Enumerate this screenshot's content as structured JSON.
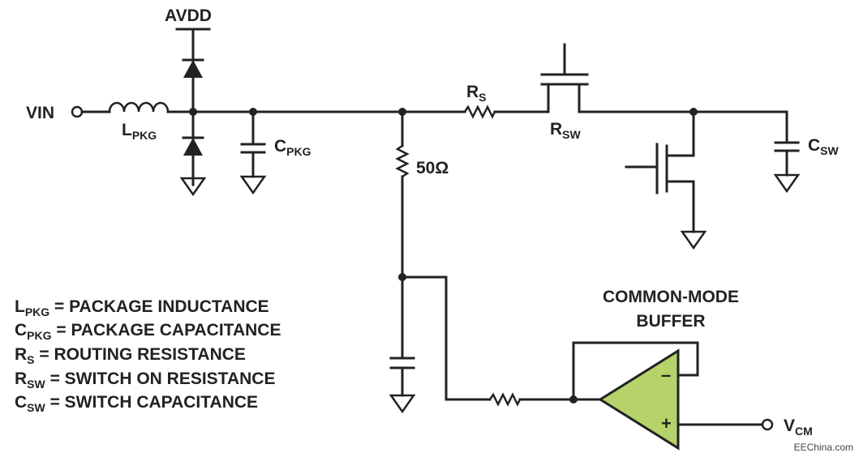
{
  "labels": {
    "vin": "VIN",
    "avdd": "AVDD",
    "lpkg_main": "L",
    "lpkg_sub": "PKG",
    "cpkg_main": "C",
    "cpkg_sub": "PKG",
    "rs_main": "R",
    "rs_sub": "S",
    "rsw_main": "R",
    "rsw_sub": "SW",
    "csw_main": "C",
    "csw_sub": "SW",
    "resistor_value": "50Ω",
    "buffer_line1": "COMMON-MODE",
    "buffer_line2": "BUFFER",
    "vcm_main": "V",
    "vcm_sub": "CM",
    "opamp_minus": "–",
    "opamp_plus": "+"
  },
  "legend": [
    {
      "main": "L",
      "sub": "PKG",
      "text": " = PACKAGE INDUCTANCE"
    },
    {
      "main": "C",
      "sub": "PKG",
      "text": " = PACKAGE CAPACITANCE"
    },
    {
      "main": "R",
      "sub": "S",
      "text": " = ROUTING RESISTANCE"
    },
    {
      "main": "R",
      "sub": "SW",
      "text": " = SWITCH ON RESISTANCE"
    },
    {
      "main": "C",
      "sub": "SW",
      "text": " = SWITCH CAPACITANCE"
    }
  ],
  "watermark": "EEChina.com",
  "colors": {
    "opamp_fill": "#b5d36a",
    "ink": "#222222"
  }
}
